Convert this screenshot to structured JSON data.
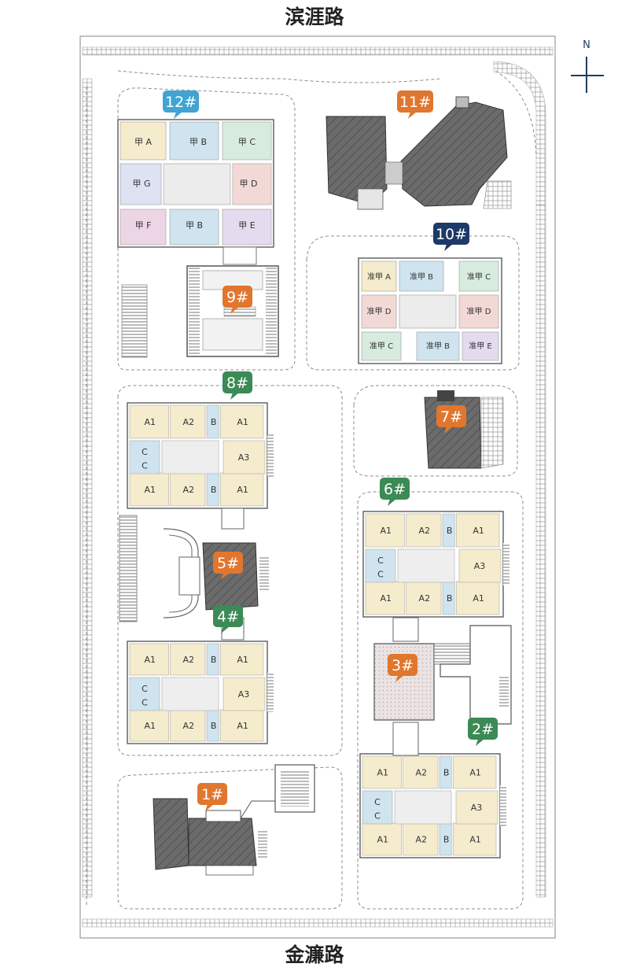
{
  "roads": {
    "north": "滨涯路",
    "south": "金濂路"
  },
  "compass": {
    "label": "N"
  },
  "colors": {
    "tag_orange": "#e1762e",
    "tag_blue": "#41a4d2",
    "tag_green": "#3c8a55",
    "tag_navy": "#1d3967",
    "unit_beige": "#f5eccd",
    "unit_blue": "#cfe4ef",
    "unit_pink": "#f3d9d6",
    "unit_purple": "#e4dcee",
    "unit_magenta": "#ecd6e6",
    "roof_dark": "#5a5a5a"
  },
  "buildings": {
    "b1": {
      "tag": "1#"
    },
    "b2": {
      "tag": "2#"
    },
    "b3": {
      "tag": "3#"
    },
    "b4": {
      "tag": "4#"
    },
    "b5": {
      "tag": "5#"
    },
    "b6": {
      "tag": "6#"
    },
    "b7": {
      "tag": "7#"
    },
    "b8": {
      "tag": "8#"
    },
    "b9": {
      "tag": "9#"
    },
    "b10": {
      "tag": "10#"
    },
    "b11": {
      "tag": "11#"
    },
    "b12": {
      "tag": "12#"
    }
  },
  "units": {
    "b12": {
      "a": "甲 A",
      "b1": "甲 B",
      "c": "甲 C",
      "g": "甲 G",
      "d": "甲 D",
      "f": "甲 F",
      "b2": "甲 B",
      "e": "甲 E"
    },
    "b10": {
      "a": "准甲 A",
      "b1": "准甲 B",
      "c1": "准甲 C",
      "d1": "准甲 D",
      "d2": "准甲 D",
      "c2": "准甲 C",
      "b2": "准甲 B",
      "e": "准甲 E"
    },
    "standard": {
      "a1": "A1",
      "a2": "A2",
      "b": "B",
      "a3": "A3",
      "c": "C"
    }
  }
}
